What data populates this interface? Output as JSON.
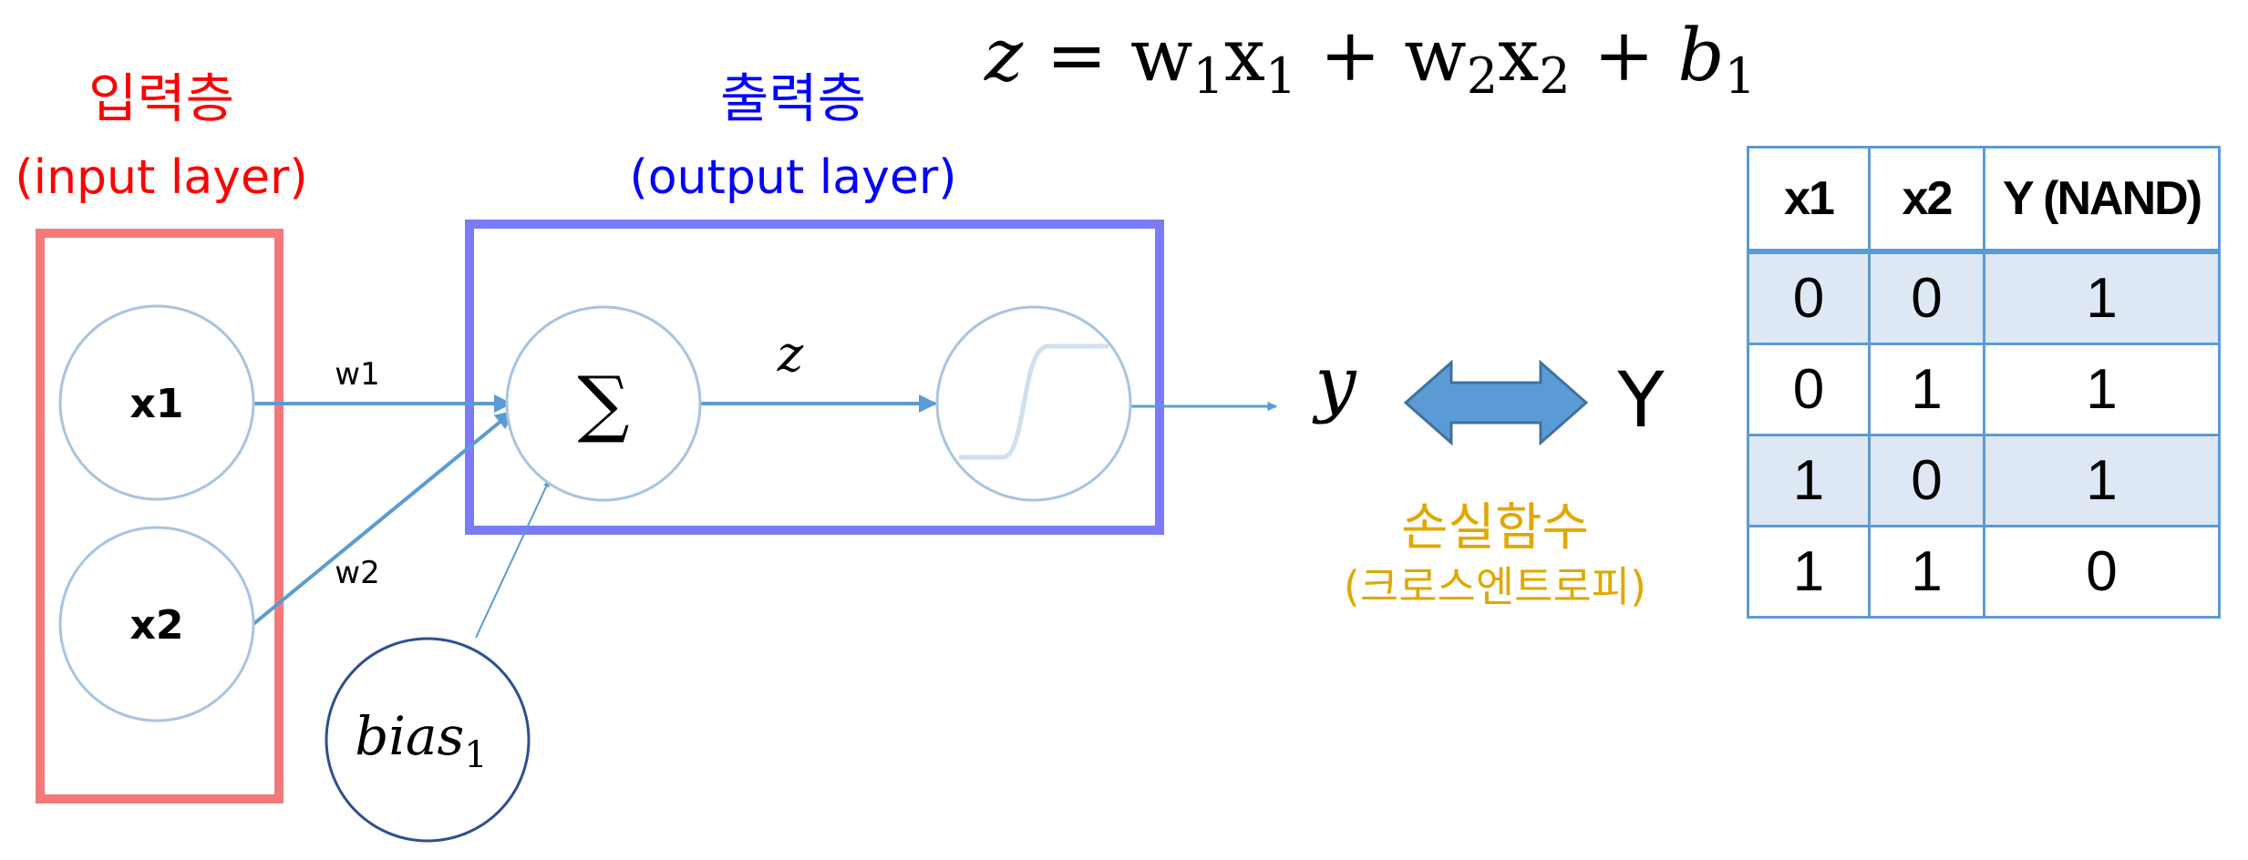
{
  "formula": {
    "z": "z",
    "eq": " = ",
    "w1": "w",
    "w1_sub": "1",
    "x1": "x",
    "x1_sub": "1",
    "plus1": " + ",
    "w2": "w",
    "w2_sub": "2",
    "x2": "x",
    "x2_sub": "2",
    "plus2": " + ",
    "b": "b",
    "b_sub": "1"
  },
  "input_layer": {
    "title": "입력층",
    "subtitle": "(input layer)",
    "color": "#ff0000",
    "box_color": "#f47a7a"
  },
  "output_layer": {
    "title": "출력층",
    "subtitle": "(output layer)",
    "color": "#0000ff",
    "box_color": "#7b7bf5"
  },
  "nodes": {
    "x1": "x1",
    "x2": "x2",
    "sum": "∑",
    "bias": "bias",
    "bias_sub": "1"
  },
  "edges": {
    "w1": "w1",
    "w2": "w2",
    "z": "z"
  },
  "output": {
    "y": "y",
    "target": "Y"
  },
  "loss": {
    "title": "손실함수",
    "subtitle": "(크로스엔트로피)",
    "color": "#e0a800"
  },
  "truth_table": {
    "headers": [
      "x1",
      "x2",
      "Y (NAND)"
    ],
    "rows": [
      [
        "0",
        "0",
        "1"
      ],
      [
        "0",
        "1",
        "1"
      ],
      [
        "1",
        "0",
        "1"
      ],
      [
        "1",
        "1",
        "0"
      ]
    ]
  },
  "colors": {
    "node_stroke": "#a8c4e0",
    "arrow": "#5b9bd5",
    "bias_stroke": "#2f4f8f",
    "double_arrow_fill": "#5b9bd5",
    "double_arrow_stroke": "#41719c"
  }
}
